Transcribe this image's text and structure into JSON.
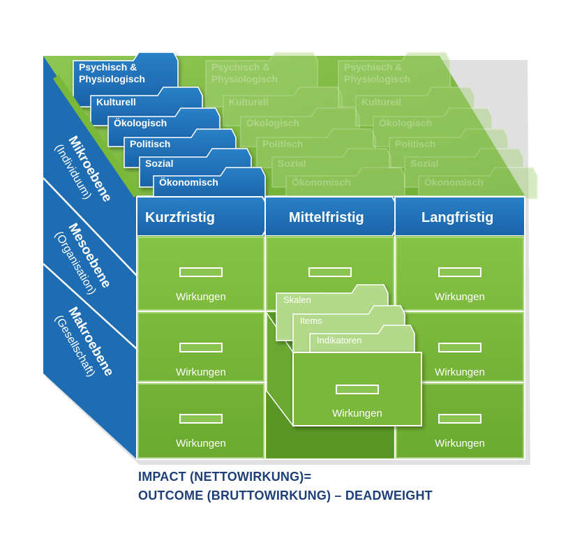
{
  "diagram": {
    "categories": [
      {
        "lines": [
          "Psychisch &",
          "Physiologisch"
        ]
      },
      {
        "lines": [
          "Kulturell"
        ]
      },
      {
        "lines": [
          "Ökologisch"
        ]
      },
      {
        "lines": [
          "Politisch"
        ]
      },
      {
        "lines": [
          "Sozial"
        ]
      },
      {
        "lines": [
          "Ökonomisch"
        ]
      }
    ],
    "timeframes": [
      "Kurzfristig",
      "Mittelfristig",
      "Langfristig"
    ],
    "levels": [
      {
        "title": "Mikroebene",
        "subtitle": "(Individuum)"
      },
      {
        "title": "Mesoebene",
        "subtitle": "(Organisation)"
      },
      {
        "title": "Makroebene",
        "subtitle": "(Gesellschaft)"
      }
    ],
    "cell_label": "Wirkungen",
    "drawer_cards": [
      "Skalen",
      "Items",
      "Indikatoren"
    ],
    "drawer_label": "Wirkungen"
  },
  "formula": {
    "line1": "IMPACT (NETTOWIRKUNG)=",
    "line2": "OUTCOME (BRUTTOWIRKUNG) – DEADWEIGHT"
  },
  "colors": {
    "blue": "#1f71b8",
    "blue_dark": "#17589a",
    "green": "#7ab83a",
    "green_dark": "#5a9626",
    "green_light": "#a3cf6a",
    "text_navy": "#1f3f78"
  }
}
